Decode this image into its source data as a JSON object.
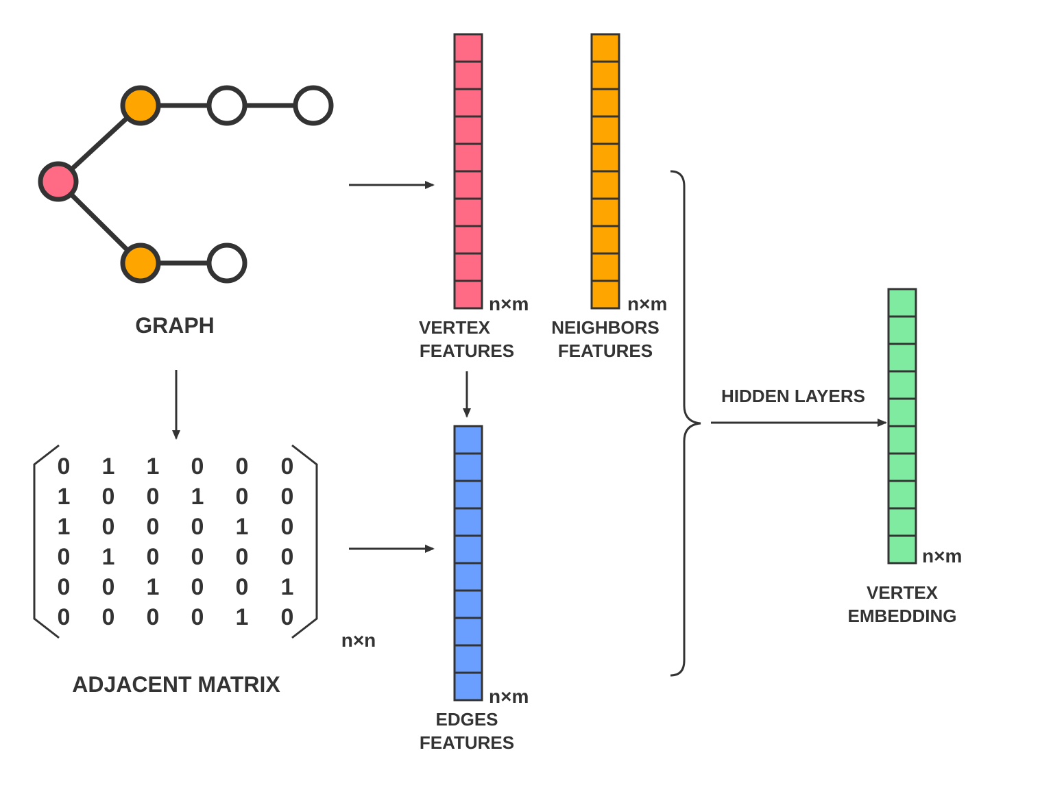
{
  "labels": {
    "graph": "GRAPH",
    "adjacent_matrix": "ADJACENT MATRIX",
    "matrix_dim": "n×n",
    "vertex_features": [
      "VERTEX",
      "FEATURES"
    ],
    "neighbors_features": [
      "NEIGHBORS",
      "FEATURES"
    ],
    "edges_features": [
      "EDGES",
      "FEATURES"
    ],
    "vertex_embedding": [
      "VERTEX",
      "EMBEDDING"
    ],
    "hidden_layers": "HIDDEN LAYERS",
    "vector_dim": "n×m"
  },
  "graph": {
    "nodes": [
      {
        "id": "a",
        "role": "vertex"
      },
      {
        "id": "b",
        "role": "neighbor"
      },
      {
        "id": "c",
        "role": "other"
      },
      {
        "id": "d",
        "role": "other"
      },
      {
        "id": "e",
        "role": "neighbor"
      },
      {
        "id": "f",
        "role": "other"
      }
    ],
    "edges": [
      [
        "a",
        "b"
      ],
      [
        "b",
        "c"
      ],
      [
        "c",
        "d"
      ],
      [
        "a",
        "e"
      ],
      [
        "e",
        "f"
      ]
    ]
  },
  "matrix": [
    [
      0,
      1,
      1,
      0,
      0,
      0
    ],
    [
      1,
      0,
      0,
      1,
      0,
      0
    ],
    [
      1,
      0,
      0,
      0,
      1,
      0
    ],
    [
      0,
      1,
      0,
      0,
      0,
      0
    ],
    [
      0,
      0,
      1,
      0,
      0,
      1
    ],
    [
      0,
      0,
      0,
      0,
      1,
      0
    ]
  ],
  "vectors": {
    "cells": 10,
    "vertex_features": {
      "color": "#FF6B85"
    },
    "neighbors_features": {
      "color": "#FFA500"
    },
    "edges_features": {
      "color": "#6B9FFF"
    },
    "vertex_embedding": {
      "color": "#7EEBA0"
    }
  },
  "colors": {
    "stroke": "#333333",
    "vertex_node": "#FF6B85",
    "neighbor_node": "#FFA500",
    "other_node": "#FFFFFF"
  }
}
